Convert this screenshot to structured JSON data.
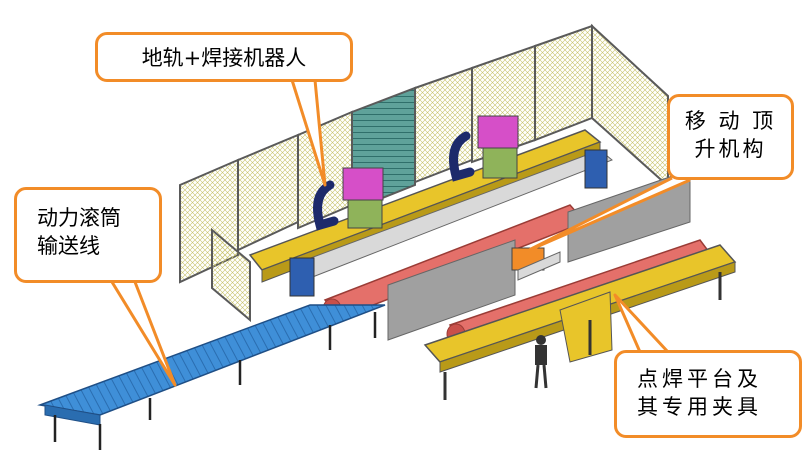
{
  "callouts": {
    "ground_rail_robot": "地轨+焊接机器人",
    "moving_lift_line1": "移 动 顶",
    "moving_lift_line2": "升机构",
    "roller_conveyor_line1": "动力滚筒",
    "roller_conveyor_line2": "输送线",
    "spot_weld_line1": "点焊平台及",
    "spot_weld_line2": "其专用夹具"
  },
  "colors": {
    "callout_border": "#f28c28",
    "conveyor_blue": "#3f8fd8",
    "rail_yellow": "#e8c52a",
    "pipe_red": "#e4706a",
    "robot_magenta": "#d64fc8",
    "fence_frame": "#5a5a5a"
  }
}
